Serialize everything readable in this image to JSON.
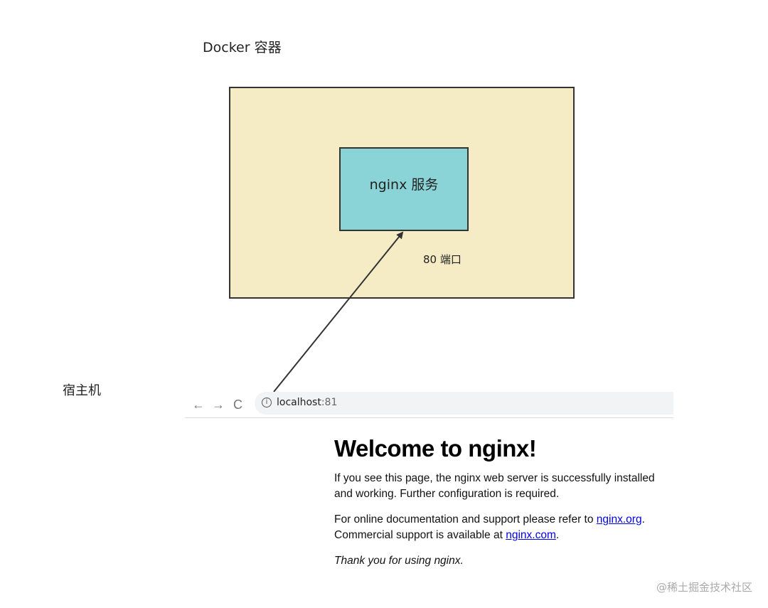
{
  "diagram": {
    "docker_label": "Docker 容器",
    "nginx_label": "nginx 服务",
    "port_label": "80 端口",
    "host_label": "宿主机"
  },
  "browser": {
    "back_icon": "←",
    "forward_icon": "→",
    "reload_icon": "C",
    "info_icon": "i",
    "url_host": "localhost",
    "url_port": ":81"
  },
  "nginx_page": {
    "title": "Welcome to nginx!",
    "para1": "If you see this page, the nginx web server is successfully installed and working. Further configuration is required.",
    "para2_prefix": "For online documentation and support please refer to ",
    "link_org": "nginx.org",
    "para2_mid": ".",
    "para2_line2": "Commercial support is available at ",
    "link_com": "nginx.com",
    "para2_end": ".",
    "thanks": "Thank you for using nginx."
  },
  "watermark": "@稀土掘金技术社区",
  "colors": {
    "docker_fill": "#f5ecc5",
    "nginx_fill": "#8ad3d6",
    "link": "#0000ee"
  }
}
